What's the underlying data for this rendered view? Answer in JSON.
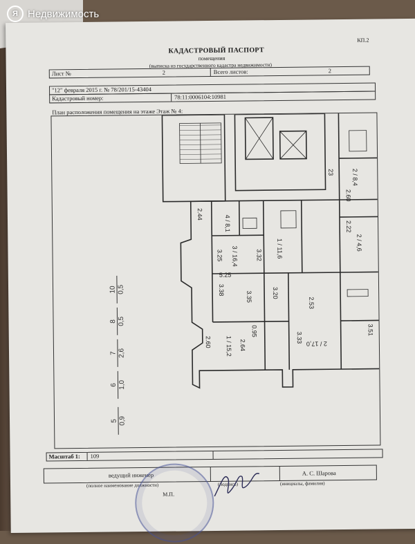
{
  "watermark": {
    "text": "Недвижимость"
  },
  "document": {
    "form_code": "КП.2",
    "title": "КАДАСТРОВЫЙ ПАСПОРТ",
    "subtitle": "помещения",
    "subtitle2": "(выписка из государственного кадастра недвижимости)",
    "sheet_label": "Лист №",
    "sheet_value": "2",
    "total_label": "Всего листов:",
    "total_value": "2",
    "date_number": "\"12\" февраля 2015 г. № 78/201/15-43404",
    "cadastral_label": "Кадастровый номер:",
    "cadastral_value": "78:11:0006104:10981",
    "plan_label": "План расположения помещения на этаже Этаж № 4:"
  },
  "plan": {
    "fractions": [
      {
        "num": "5",
        "den": "0,9"
      },
      {
        "num": "6",
        "den": "1,0"
      },
      {
        "num": "7",
        "den": "2,6"
      },
      {
        "num": "8",
        "den": "0,5"
      },
      {
        "num": "10",
        "den": "0,5"
      }
    ],
    "wall_label": "23",
    "rooms": [
      {
        "label": "4 / 8,1",
        "rot": 90
      },
      {
        "label": "3 / 16,4",
        "rot": 90
      },
      {
        "label": "1 / 11,6",
        "rot": 90
      },
      {
        "label": "1 / 15,2",
        "rot": 90
      },
      {
        "label": "2 / 17,0",
        "rot": 180
      },
      {
        "label": "2 / 4,6",
        "rot": 90
      },
      {
        "label": "2 / 8,4",
        "rot": 90
      }
    ],
    "dims": [
      "3.25",
      "5.25",
      "3.32",
      "3.38",
      "3.35",
      "3.20",
      "2.64",
      "2.60",
      "0.95",
      "3.33",
      "3.51",
      "2.53",
      "2.22",
      "2.60",
      "2.44"
    ]
  },
  "footer": {
    "scale_label": "Масштаб 1:",
    "scale_value": "109",
    "engineer_label": "ведущий инженер",
    "position_caption": "(полное наименование должности)",
    "stamp_label": "М.П.",
    "signature_caption": "(подпись)",
    "engineer_name": "А. С. Шарова",
    "name_caption": "(инициалы, фамилия)"
  }
}
